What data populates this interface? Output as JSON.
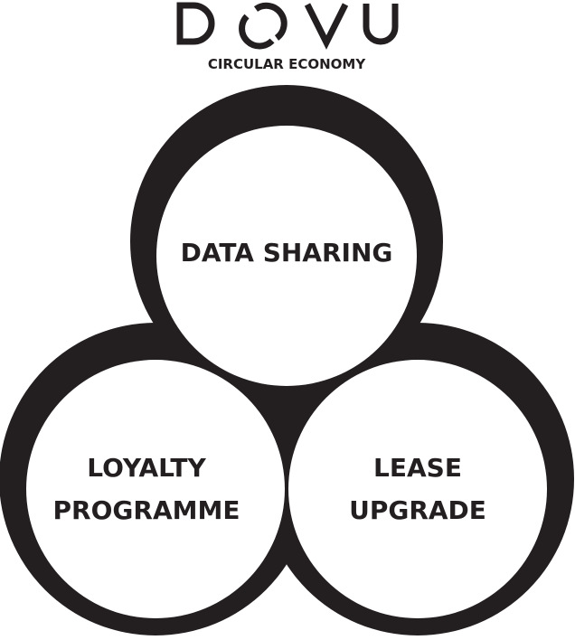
{
  "brand": {
    "logo_text": "DOVU",
    "tagline": "CIRCULAR ECONOMY"
  },
  "colors": {
    "ink": "#231f20",
    "background": "#ffffff"
  },
  "circles": {
    "top": {
      "lines": [
        "DATA SHARING"
      ]
    },
    "left": {
      "lines": [
        "LOYALTY",
        "PROGRAMME"
      ]
    },
    "right": {
      "lines": [
        "LEASE",
        "UPGRADE"
      ]
    }
  }
}
